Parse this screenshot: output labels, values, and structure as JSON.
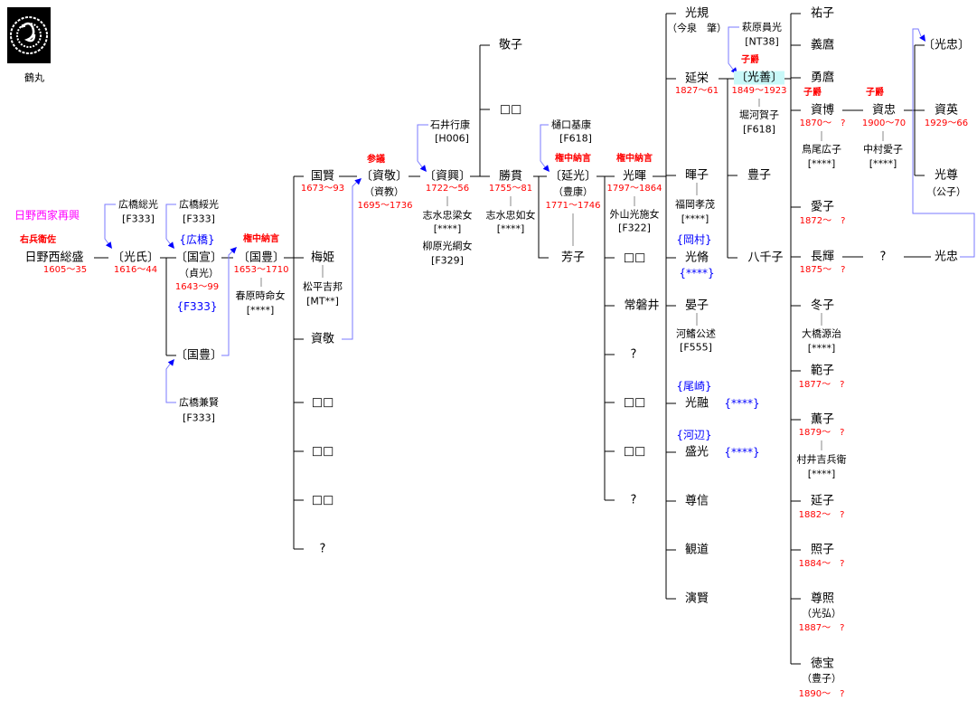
{
  "crest": {
    "label": "鶴丸"
  },
  "colors": {
    "line": "#000000",
    "adoption": "#7a7aff",
    "date": "#ff0000",
    "branch": "#0000ff",
    "highlight": "#c8f8f8"
  },
  "nodes": [
    {
      "text": "日野西家再興",
      "role": "m"
    },
    {
      "text": "右兵衛佐",
      "role": "t"
    },
    {
      "text": "日野西総盛",
      "role": "n"
    },
    {
      "text": "1605〜35",
      "role": "d"
    },
    {
      "text": "広橋総光",
      "role": "s"
    },
    {
      "text": "[F333]",
      "role": "s"
    },
    {
      "text": "〔光氏〕",
      "role": "n"
    },
    {
      "text": "1616〜44",
      "role": "d"
    },
    {
      "text": "広橋綏光",
      "role": "s"
    },
    {
      "text": "[F333]",
      "role": "s"
    },
    {
      "text": "{広橋}",
      "role": "b"
    },
    {
      "text": "〔国宣〕",
      "role": "n"
    },
    {
      "text": "（貞光）",
      "role": "s"
    },
    {
      "text": "1643〜99",
      "role": "d"
    },
    {
      "text": "{F333}",
      "role": "b"
    },
    {
      "text": "〔国豊〕",
      "role": "n"
    },
    {
      "text": "広橋兼賢",
      "role": "s"
    },
    {
      "text": "[F333]",
      "role": "s"
    },
    {
      "text": "権中納言",
      "role": "t"
    },
    {
      "text": "〔国豊〕",
      "role": "n"
    },
    {
      "text": "1653〜1710",
      "role": "d"
    },
    {
      "text": "春原時命女",
      "role": "s"
    },
    {
      "text": "[****]",
      "role": "s"
    },
    {
      "text": "国賢",
      "role": "n"
    },
    {
      "text": "1673〜93",
      "role": "d"
    },
    {
      "text": "梅姫",
      "role": "n"
    },
    {
      "text": "松平吉邦",
      "role": "s"
    },
    {
      "text": "[MT**]",
      "role": "s"
    },
    {
      "text": "資敬",
      "role": "n"
    },
    {
      "text": "□□",
      "role": "n"
    },
    {
      "text": "□□",
      "role": "n"
    },
    {
      "text": "□□",
      "role": "n"
    },
    {
      "text": "?",
      "role": "n"
    },
    {
      "text": "参議",
      "role": "t"
    },
    {
      "text": "〔資敬〕",
      "role": "n"
    },
    {
      "text": "（資教）",
      "role": "s"
    },
    {
      "text": "1695〜1736",
      "role": "d"
    },
    {
      "text": "石井行康",
      "role": "s"
    },
    {
      "text": "[H006]",
      "role": "s"
    },
    {
      "text": "〔資興〕",
      "role": "n"
    },
    {
      "text": "1722〜56",
      "role": "d"
    },
    {
      "text": "志水忠梁女",
      "role": "s"
    },
    {
      "text": "[****]",
      "role": "s"
    },
    {
      "text": "柳原光綱女",
      "role": "s"
    },
    {
      "text": "[F329]",
      "role": "s"
    },
    {
      "text": "敬子",
      "role": "n"
    },
    {
      "text": "□□",
      "role": "n"
    },
    {
      "text": "勝貫",
      "role": "n"
    },
    {
      "text": "1755〜81",
      "role": "d"
    },
    {
      "text": "志水忠如女",
      "role": "s"
    },
    {
      "text": "[****]",
      "role": "s"
    },
    {
      "text": "樋口基康",
      "role": "s"
    },
    {
      "text": "[F618]",
      "role": "s"
    },
    {
      "text": "権中納言",
      "role": "t"
    },
    {
      "text": "〔延光〕",
      "role": "n"
    },
    {
      "text": "（豊康）",
      "role": "s"
    },
    {
      "text": "1771〜1746",
      "role": "d"
    },
    {
      "text": "芳子",
      "role": "n"
    },
    {
      "text": "権中納言",
      "role": "t"
    },
    {
      "text": "光暉",
      "role": "n"
    },
    {
      "text": "1797〜1864",
      "role": "d"
    },
    {
      "text": "外山光施女",
      "role": "s"
    },
    {
      "text": "[F322]",
      "role": "s"
    },
    {
      "text": "□□",
      "role": "n"
    },
    {
      "text": "常磐井",
      "role": "n"
    },
    {
      "text": "?",
      "role": "n"
    },
    {
      "text": "□□",
      "role": "n"
    },
    {
      "text": "□□",
      "role": "n"
    },
    {
      "text": "?",
      "role": "n"
    },
    {
      "text": "光規",
      "role": "n"
    },
    {
      "text": "（今泉　肇）",
      "role": "s"
    },
    {
      "text": "延栄",
      "role": "n"
    },
    {
      "text": "1827〜61",
      "role": "d"
    },
    {
      "text": "暉子",
      "role": "n"
    },
    {
      "text": "福岡孝茂",
      "role": "s"
    },
    {
      "text": "[****]",
      "role": "s"
    },
    {
      "text": "{岡村}",
      "role": "b"
    },
    {
      "text": "光脩",
      "role": "n"
    },
    {
      "text": "{****}",
      "role": "b"
    },
    {
      "text": "晏子",
      "role": "n"
    },
    {
      "text": "河鰭公述",
      "role": "s"
    },
    {
      "text": "[F555]",
      "role": "s"
    },
    {
      "text": "{尾崎}",
      "role": "b"
    },
    {
      "text": "光融",
      "role": "n"
    },
    {
      "text": "{****}",
      "role": "b"
    },
    {
      "text": "{河辺}",
      "role": "b"
    },
    {
      "text": "盛光",
      "role": "n"
    },
    {
      "text": "{****}",
      "role": "b"
    },
    {
      "text": "尊信",
      "role": "n"
    },
    {
      "text": "観道",
      "role": "n"
    },
    {
      "text": "演賢",
      "role": "n"
    },
    {
      "text": "萩原員光",
      "role": "s"
    },
    {
      "text": "[NT38]",
      "role": "s"
    },
    {
      "text": "子爵",
      "role": "t"
    },
    {
      "text": "〔光善〕",
      "role": "n"
    },
    {
      "text": "1849〜1923",
      "role": "d"
    },
    {
      "text": "堀河賀子",
      "role": "s"
    },
    {
      "text": "[F618]",
      "role": "s"
    },
    {
      "text": "豊子",
      "role": "n"
    },
    {
      "text": "八千子",
      "role": "n"
    },
    {
      "text": "祐子",
      "role": "n"
    },
    {
      "text": "義麿",
      "role": "n"
    },
    {
      "text": "勇麿",
      "role": "n"
    },
    {
      "text": "子爵",
      "role": "t"
    },
    {
      "text": "資博",
      "role": "n"
    },
    {
      "text": "1870〜　?",
      "role": "d"
    },
    {
      "text": "鳥尾広子",
      "role": "s"
    },
    {
      "text": "[****]",
      "role": "s"
    },
    {
      "text": "子爵",
      "role": "t"
    },
    {
      "text": "資忠",
      "role": "n"
    },
    {
      "text": "1900〜70",
      "role": "d"
    },
    {
      "text": "中村愛子",
      "role": "s"
    },
    {
      "text": "[****]",
      "role": "s"
    },
    {
      "text": "愛子",
      "role": "n"
    },
    {
      "text": "1872〜　?",
      "role": "d"
    },
    {
      "text": "長輝",
      "role": "n"
    },
    {
      "text": "1875〜　?",
      "role": "d"
    },
    {
      "text": "?",
      "role": "n"
    },
    {
      "text": "光忠",
      "role": "n"
    },
    {
      "text": "冬子",
      "role": "n"
    },
    {
      "text": "大橋源治",
      "role": "s"
    },
    {
      "text": "[****]",
      "role": "s"
    },
    {
      "text": "範子",
      "role": "n"
    },
    {
      "text": "1877〜　?",
      "role": "d"
    },
    {
      "text": "薫子",
      "role": "n"
    },
    {
      "text": "1879〜　?",
      "role": "d"
    },
    {
      "text": "村井吉兵衛",
      "role": "s"
    },
    {
      "text": "[****]",
      "role": "s"
    },
    {
      "text": "延子",
      "role": "n"
    },
    {
      "text": "1882〜　?",
      "role": "d"
    },
    {
      "text": "照子",
      "role": "n"
    },
    {
      "text": "1884〜　?",
      "role": "d"
    },
    {
      "text": "尊照",
      "role": "n"
    },
    {
      "text": "（光弘）",
      "role": "s"
    },
    {
      "text": "1887〜　?",
      "role": "d"
    },
    {
      "text": "徳宝",
      "role": "n"
    },
    {
      "text": "（豊子）",
      "role": "s"
    },
    {
      "text": "1890〜　?",
      "role": "d"
    },
    {
      "text": "〔光忠〕",
      "role": "n"
    },
    {
      "text": "資英",
      "role": "n"
    },
    {
      "text": "1929〜66",
      "role": "d"
    },
    {
      "text": "光尊",
      "role": "n"
    },
    {
      "text": "（公子）",
      "role": "s"
    }
  ]
}
